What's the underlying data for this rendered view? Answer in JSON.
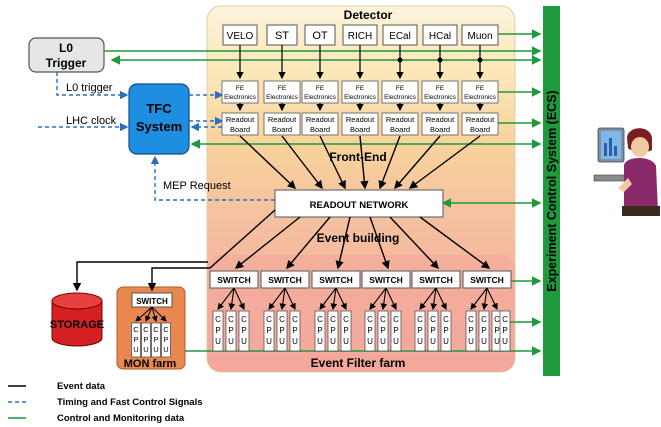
{
  "sections": {
    "detector": "Detector",
    "front_end": "Front-End",
    "event_building": "Event building",
    "event_filter_farm": "Event Filter farm"
  },
  "subdetectors": [
    "VELO",
    "ST",
    "OT",
    "RICH",
    "ECal",
    "HCal",
    "Muon"
  ],
  "fe_label": [
    "FE",
    "Electronics"
  ],
  "readout_label": [
    "Readout",
    "Board"
  ],
  "l0_trigger": [
    "L0",
    "Trigger"
  ],
  "tfc": [
    "TFC",
    "System"
  ],
  "l0_trigger_signal": "L0 trigger",
  "lhc_clock": "LHC clock",
  "mep_request": "MEP Request",
  "readout_network": "READOUT NETWORK",
  "switch_label": "SWITCH",
  "cpu_letters": [
    "C",
    "P",
    "U"
  ],
  "storage": "STORAGE",
  "mon_farm": "MON farm",
  "ecs": "Experiment Control System (ECS)",
  "legend": [
    {
      "label": "Event data",
      "style": "solid",
      "color": "#000000"
    },
    {
      "label": "Timing and Fast Control Signals",
      "style": "dashed",
      "color": "#2a6fc0"
    },
    {
      "label": "Control and Monitoring data",
      "style": "solid",
      "color": "#1e9a3c"
    }
  ],
  "colors": {
    "ecs_green": "#1e9a3c",
    "tfc_blue": "#1e8fe0",
    "storage_red": "#d42020",
    "mon_orange": "#e8874e",
    "timing_blue": "#2a6fc0"
  }
}
